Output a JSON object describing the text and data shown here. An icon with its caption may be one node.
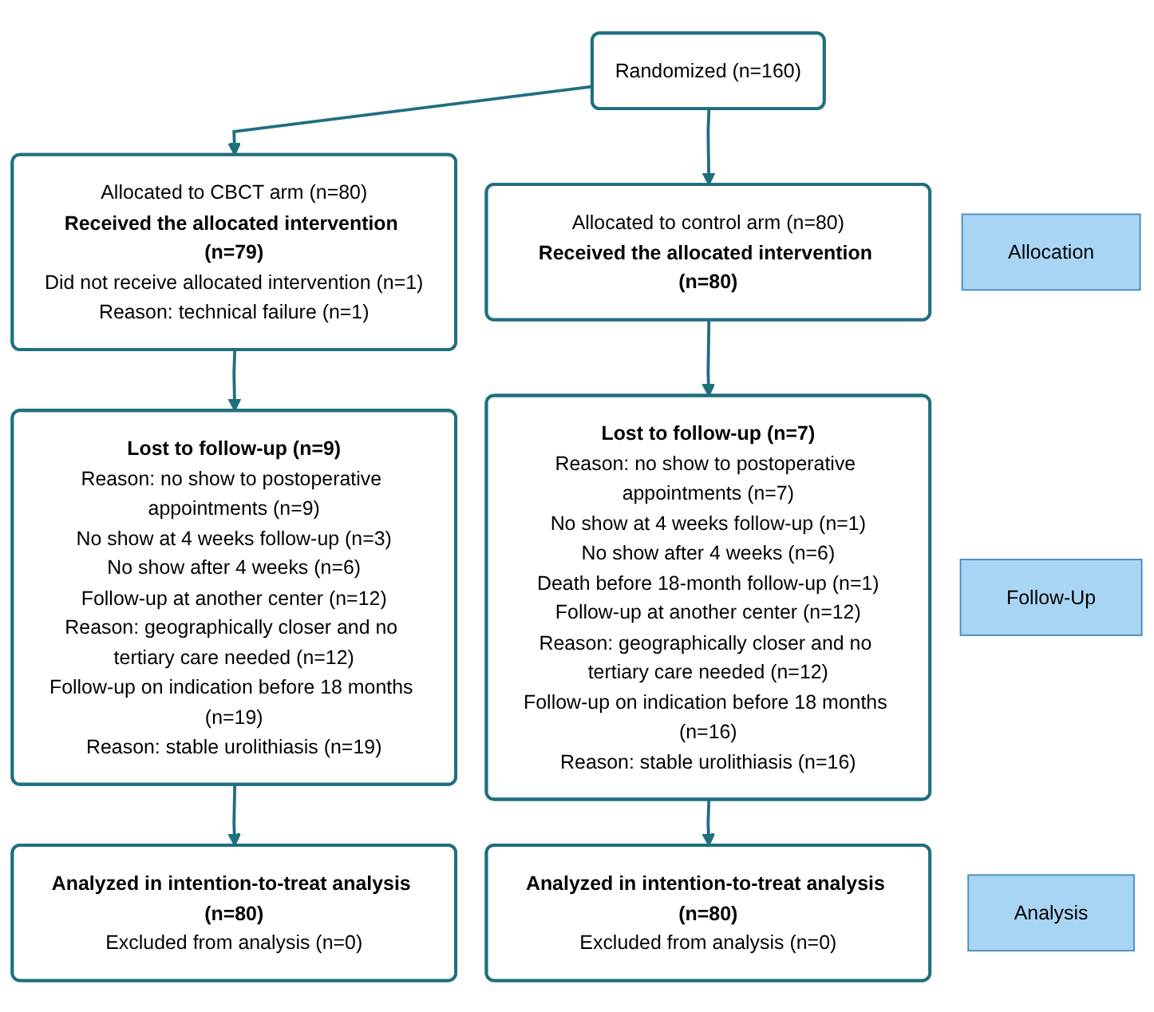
{
  "diagram": {
    "nodes": [
      {
        "text": [
          "Randomized (n=160)"
        ]
      },
      {
        "text": [
          "Allocated to CBCT arm (n=80)",
          "Received the allocated intervention (n=79)",
          "Did not receive allocated intervention (n=1)",
          "Reason: technical failure (n=1)"
        ]
      },
      {
        "text": [
          "Allocation"
        ]
      },
      {
        "text": [
          "Allocated to control arm (n=80)",
          "Received the allocated intervention (n=80)"
        ]
      },
      {
        "text": [
          "Lost to follow-up (n=9)",
          "Reason: no show to postoperative appointments (n=9)",
          "No show at 4 weeks follow-up (n=3)",
          "No show after 4 weeks (n=6)",
          "Follow-up at another center (n=12)",
          "Reason: geographically closer and no tertiary care needed (n=12)",
          "Follow-up on indication before 18 months (n=19)",
          "Reason: stable urolithiasis (n=19)"
        ]
      },
      {
        "text": [
          "Follow-Up"
        ]
      },
      {
        "text": [
          "Lost to follow-up (n=7)",
          "Reason: no show to postoperative appointments (n=7)",
          "No show at 4 weeks follow-up (n=1)",
          "No show after 4 weeks (n=6)",
          "Death before 18-month follow-up (n=1)",
          "Follow-up at another center (n=12)",
          "Reason: geographically closer and no tertiary care needed (n=12)",
          "Follow-up on indication before 18 months (n=16)",
          "Reason: stable urolithiasis (n=16)"
        ]
      },
      {
        "text": [
          "Analyzed in intention-to-treat analysis (n=80)",
          "Excluded from analysis (n=0)"
        ]
      },
      {
        "text": [
          "Analysis"
        ]
      },
      {
        "text": [
          "Analyzed in intention-to-treat analysis (n=80)",
          "Excluded from analysis (n=0)"
        ]
      }
    ],
    "edges": [
      {
        "from": 0,
        "to": 1,
        "arrow": "to"
      },
      {
        "from": 0,
        "to": 3,
        "arrow": "to"
      },
      {
        "from": 1,
        "to": 4,
        "arrow": "to"
      },
      {
        "from": 3,
        "to": 6,
        "arrow": "to"
      },
      {
        "from": 4,
        "to": 7,
        "arrow": "to"
      },
      {
        "from": 6,
        "to": 9,
        "arrow": "to"
      }
    ]
  }
}
